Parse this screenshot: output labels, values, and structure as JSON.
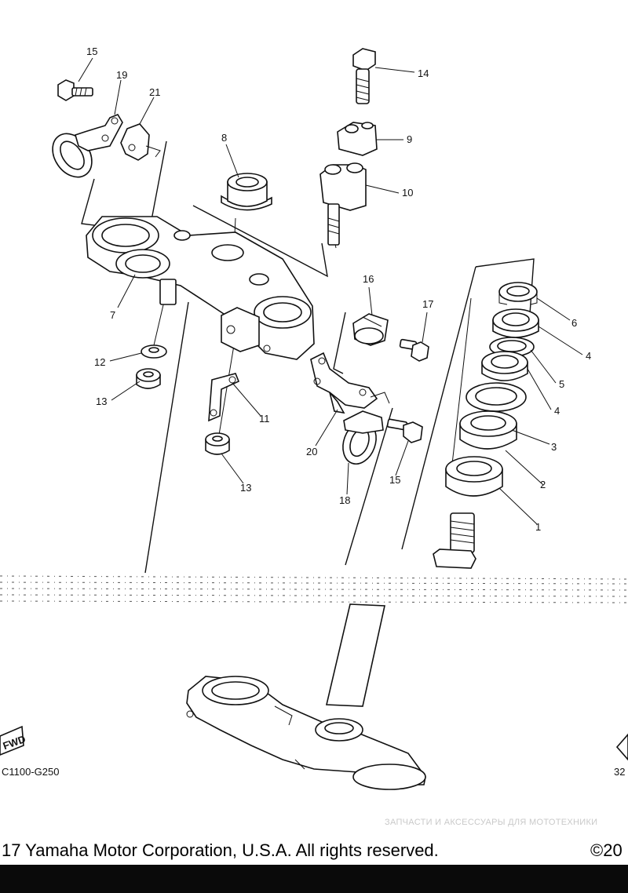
{
  "diagram": {
    "callouts": [
      "15",
      "19",
      "21",
      "8",
      "14",
      "9",
      "10",
      "7",
      "16",
      "17",
      "6",
      "4",
      "5",
      "4",
      "12",
      "13",
      "11",
      "20",
      "3",
      "2",
      "15",
      "18",
      "13",
      "1"
    ],
    "left_code": "C1100-G250",
    "right_code": "32",
    "fwd_label": "FWD"
  },
  "footer": {
    "watermark": "ЗАПЧАСТИ И АКСЕССУАРЫ ДЛЯ МОТОТЕХНИКИ",
    "copyright": "17 Yamaha Motor Corporation, U.S.A. All rights reserved.",
    "year": "©20"
  },
  "colors": {
    "ink": "#111111",
    "bar": "#0a0a0a",
    "watermark": "#c9c9c9"
  }
}
